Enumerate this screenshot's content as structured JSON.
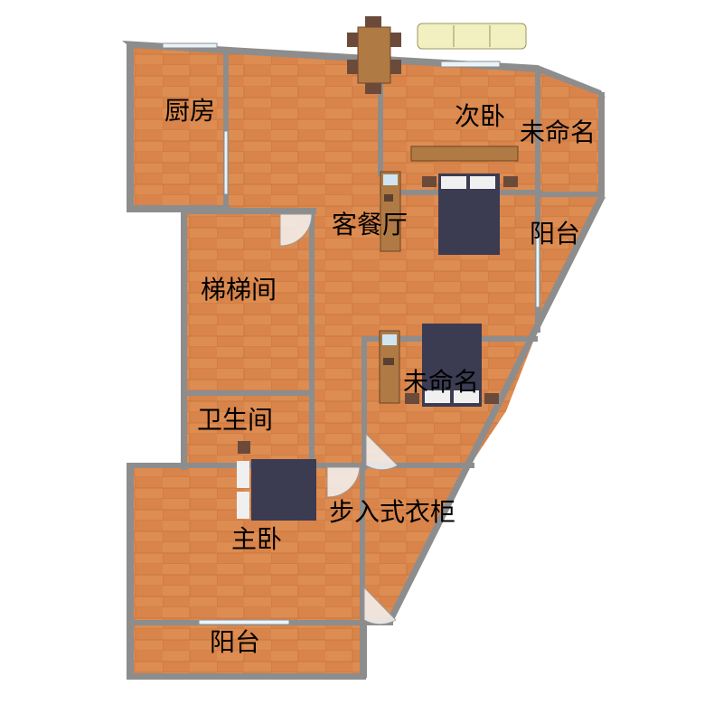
{
  "colors": {
    "floor": "#d9844a",
    "floor_light": "#e69a5c",
    "wall": "#8d8d8d",
    "bed_dark": "#3b3b52",
    "furniture_wood": "#b07a45",
    "sofa": "#f2efc0",
    "window": "#cfe6f2"
  },
  "rooms": {
    "kitchen": "厨房",
    "second_bedroom": "次卧",
    "unnamed_top": "未命名",
    "living_dining": "客餐厅",
    "balcony_right": "阳台",
    "stairwell": "梯梯间",
    "unnamed_middle": "未命名",
    "bathroom": "卫生间",
    "walk_in_closet": "步入式衣柜",
    "master_bedroom": "主卧",
    "balcony_bottom": "阳台"
  }
}
